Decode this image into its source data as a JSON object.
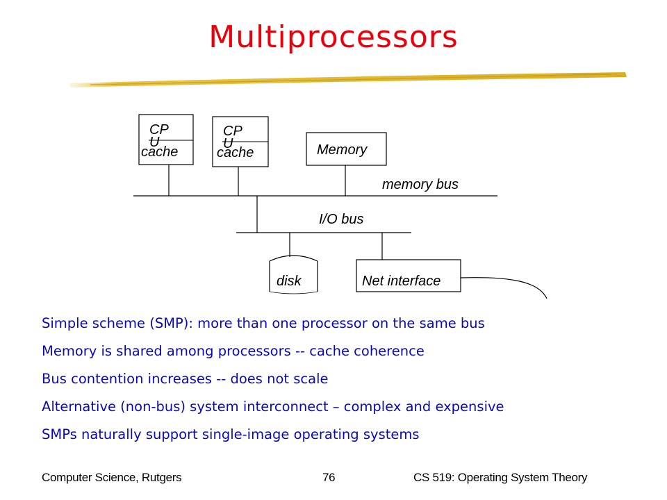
{
  "slide": {
    "title": "Multiprocessors",
    "accent_color": "#e8000b",
    "bullet_color": "#0a0ab4",
    "highlighter_color": "#e6c23a"
  },
  "diagram": {
    "cpu1": {
      "cpu_label": "CP\nU",
      "cache_label": "cache"
    },
    "cpu2": {
      "cpu_label": "CP\nU",
      "cache_label": "cache"
    },
    "memory_label": "Memory",
    "memory_bus_label": "memory bus",
    "io_bus_label": "I/O bus",
    "disk_label": "disk",
    "net_interface_label": "Net interface"
  },
  "bullets": [
    "Simple scheme (SMP): more than one processor on the same bus",
    "Memory is shared among processors -- cache coherence",
    "Bus contention increases -- does not scale",
    "Alternative (non-bus) system interconnect – complex and expensive",
    "SMPs naturally support single-image operating systems"
  ],
  "footer": {
    "left": "Computer Science, Rutgers",
    "center": "76",
    "right": "CS 519: Operating System Theory"
  }
}
